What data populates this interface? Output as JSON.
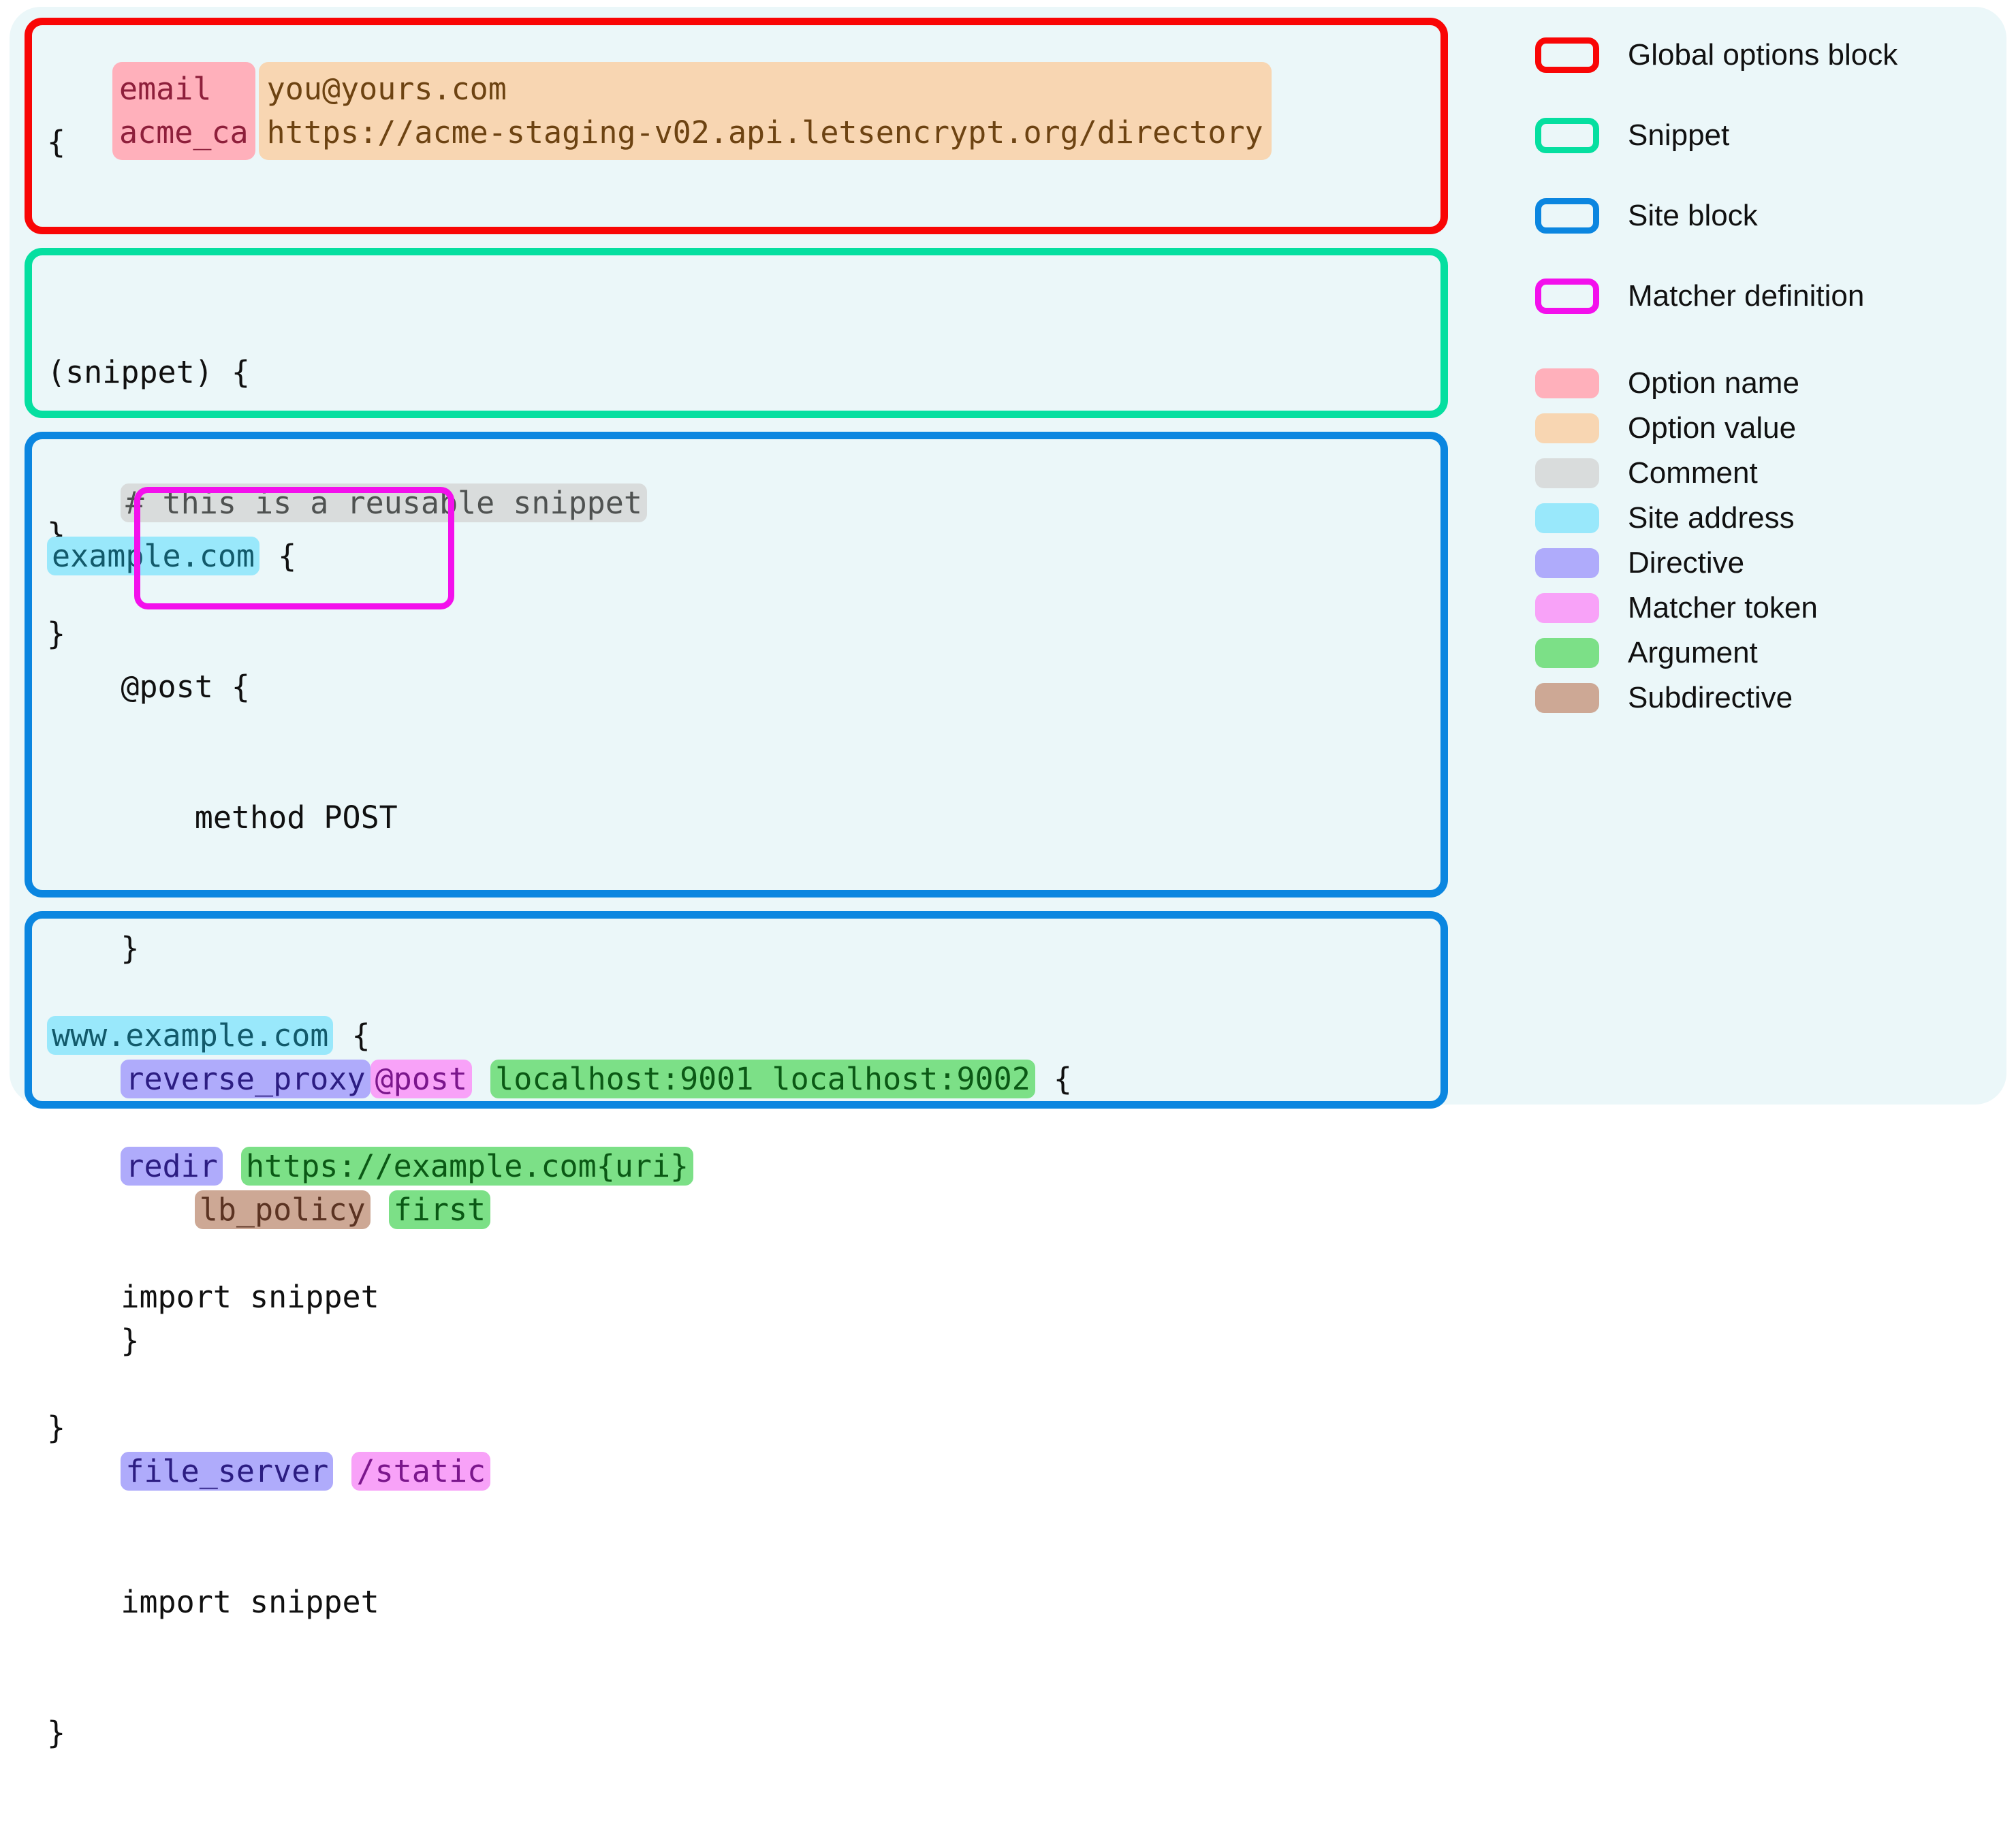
{
  "colors": {
    "page_background": "#ffffff",
    "card_background": "#ebf7f9",
    "global_options_block": "#f90606",
    "snippet_block": "#05dfa0",
    "site_block": "#0b86e0",
    "matcher_definition": "#f310ec",
    "option_name": "#ffb0bb",
    "option_value": "#f8d6b2",
    "comment": "#d9dcdc",
    "site_address": "#99e8fb",
    "directive": "#afabfb",
    "matcher_token": "#f8a2f8",
    "argument": "#7ce087",
    "subdirective": "#cda895"
  },
  "code": {
    "global_block": {
      "open_brace": "{",
      "close_brace": "}",
      "option_names": [
        "email",
        "acme_ca"
      ],
      "option_values": [
        "you@yours.com",
        "https://acme-staging-v02.api.letsencrypt.org/directory"
      ]
    },
    "snippet_block": {
      "header": "(snippet) {",
      "comment": "# this is a reusable snippet",
      "close_brace": "}"
    },
    "site_block": {
      "site_address": "example.com",
      "header_brace": "{",
      "matcher_definition": {
        "line1": "@post {",
        "line2": "method POST",
        "line3": "}"
      },
      "directive": "reverse_proxy",
      "matcher_token": "@post",
      "arguments": "localhost:9001 localhost:9002",
      "open_brace": "{",
      "subdirective": "lb_policy",
      "subdirective_arg": "first",
      "inner_close_brace": "}",
      "file_server_directive": "file_server",
      "file_server_matcher": "/static",
      "import_line": "import snippet",
      "close_brace": "}"
    },
    "site_block_www": {
      "site_address": "www.example.com",
      "header_brace": "{",
      "directive": "redir",
      "argument": "https://example.com{uri}",
      "import_line": "import snippet",
      "close_brace": "}"
    }
  },
  "legend": {
    "outline_items": [
      {
        "label": "Global options block",
        "color": "#f90606"
      },
      {
        "label": "Snippet",
        "color": "#05dfa0"
      },
      {
        "label": "Site block",
        "color": "#0b86e0"
      },
      {
        "label": "Matcher definition",
        "color": "#f310ec"
      }
    ],
    "swatch_items": [
      {
        "label": "Option name",
        "color": "#ffb0bb"
      },
      {
        "label": "Option value",
        "color": "#f8d6b2"
      },
      {
        "label": "Comment",
        "color": "#d9dcdc"
      },
      {
        "label": "Site address",
        "color": "#99e8fb"
      },
      {
        "label": "Directive",
        "color": "#afabfb"
      },
      {
        "label": "Matcher token",
        "color": "#f8a2f8"
      },
      {
        "label": "Argument",
        "color": "#7ce087"
      },
      {
        "label": "Subdirective",
        "color": "#cda895"
      }
    ]
  }
}
